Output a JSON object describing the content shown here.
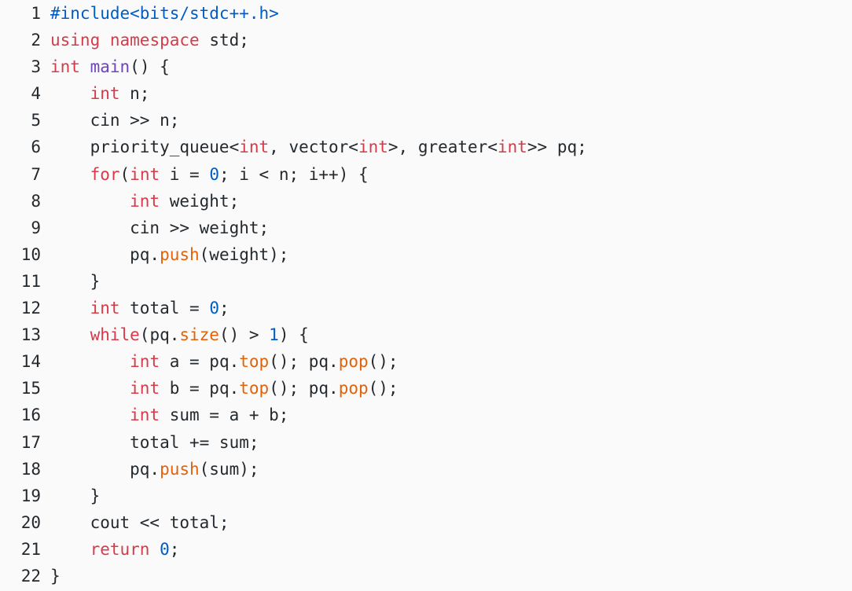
{
  "colors": {
    "keyword": "#d73a49",
    "preprocessor": "#005cc5",
    "number": "#005cc5",
    "function": "#6f42c1",
    "method": "#e36209",
    "text": "#24292e",
    "background": "#fafafa"
  },
  "code_lines": [
    [
      [
        "pp",
        "#include<bits/stdc++.h>"
      ]
    ],
    [
      [
        "kw",
        "using"
      ],
      [
        "plain",
        " "
      ],
      [
        "kw",
        "namespace"
      ],
      [
        "plain",
        " std;"
      ]
    ],
    [
      [
        "kw",
        "int"
      ],
      [
        "plain",
        " "
      ],
      [
        "fn",
        "main"
      ],
      [
        "plain",
        "() {"
      ]
    ],
    [
      [
        "plain",
        "    "
      ],
      [
        "kw",
        "int"
      ],
      [
        "plain",
        " n;"
      ]
    ],
    [
      [
        "plain",
        "    cin >> n;"
      ]
    ],
    [
      [
        "plain",
        "    priority_queue<"
      ],
      [
        "kw",
        "int"
      ],
      [
        "plain",
        ", vector<"
      ],
      [
        "kw",
        "int"
      ],
      [
        "plain",
        ">, greater<"
      ],
      [
        "kw",
        "int"
      ],
      [
        "plain",
        ">> pq;"
      ]
    ],
    [
      [
        "plain",
        "    "
      ],
      [
        "kw",
        "for"
      ],
      [
        "plain",
        "("
      ],
      [
        "kw",
        "int"
      ],
      [
        "plain",
        " i = "
      ],
      [
        "num",
        "0"
      ],
      [
        "plain",
        "; i < n; i++) {"
      ]
    ],
    [
      [
        "plain",
        "        "
      ],
      [
        "kw",
        "int"
      ],
      [
        "plain",
        " weight;"
      ]
    ],
    [
      [
        "plain",
        "        cin >> weight;"
      ]
    ],
    [
      [
        "plain",
        "        pq."
      ],
      [
        "mth",
        "push"
      ],
      [
        "plain",
        "(weight);"
      ]
    ],
    [
      [
        "plain",
        "    }"
      ]
    ],
    [
      [
        "plain",
        "    "
      ],
      [
        "kw",
        "int"
      ],
      [
        "plain",
        " total = "
      ],
      [
        "num",
        "0"
      ],
      [
        "plain",
        ";"
      ]
    ],
    [
      [
        "plain",
        "    "
      ],
      [
        "kw",
        "while"
      ],
      [
        "plain",
        "(pq."
      ],
      [
        "mth",
        "size"
      ],
      [
        "plain",
        "() > "
      ],
      [
        "num",
        "1"
      ],
      [
        "plain",
        ") {"
      ]
    ],
    [
      [
        "plain",
        "        "
      ],
      [
        "kw",
        "int"
      ],
      [
        "plain",
        " a = pq."
      ],
      [
        "mth",
        "top"
      ],
      [
        "plain",
        "(); pq."
      ],
      [
        "mth",
        "pop"
      ],
      [
        "plain",
        "();"
      ]
    ],
    [
      [
        "plain",
        "        "
      ],
      [
        "kw",
        "int"
      ],
      [
        "plain",
        " b = pq."
      ],
      [
        "mth",
        "top"
      ],
      [
        "plain",
        "(); pq."
      ],
      [
        "mth",
        "pop"
      ],
      [
        "plain",
        "();"
      ]
    ],
    [
      [
        "plain",
        "        "
      ],
      [
        "kw",
        "int"
      ],
      [
        "plain",
        " sum = a + b;"
      ]
    ],
    [
      [
        "plain",
        "        total += sum;"
      ]
    ],
    [
      [
        "plain",
        "        pq."
      ],
      [
        "mth",
        "push"
      ],
      [
        "plain",
        "(sum);"
      ]
    ],
    [
      [
        "plain",
        "    }"
      ]
    ],
    [
      [
        "plain",
        "    cout << total;"
      ]
    ],
    [
      [
        "plain",
        "    "
      ],
      [
        "kw",
        "return"
      ],
      [
        "plain",
        " "
      ],
      [
        "num",
        "0"
      ],
      [
        "plain",
        ";"
      ]
    ],
    [
      [
        "plain",
        "}"
      ]
    ]
  ]
}
